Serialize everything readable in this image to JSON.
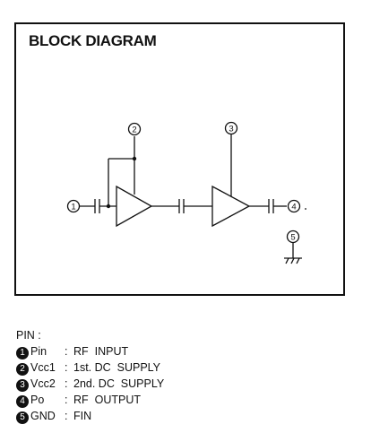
{
  "diagram": {
    "title": "BLOCK DIAGRAM",
    "pin_markers": [
      "1",
      "2",
      "3",
      "4",
      "5"
    ]
  },
  "pins": {
    "heading": "PIN :",
    "list": [
      {
        "num": "1",
        "symbol": "Pin",
        "desc": "RF  INPUT"
      },
      {
        "num": "2",
        "symbol": "Vcc1",
        "desc": "1st. DC  SUPPLY"
      },
      {
        "num": "3",
        "symbol": "Vcc2",
        "desc": "2nd. DC  SUPPLY"
      },
      {
        "num": "4",
        "symbol": "Po",
        "desc": "RF  OUTPUT"
      },
      {
        "num": "5",
        "symbol": "GND",
        "desc": "FIN"
      }
    ]
  }
}
